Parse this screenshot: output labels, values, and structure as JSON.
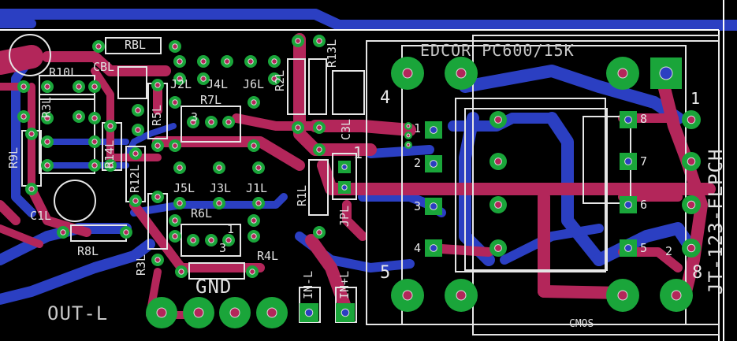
{
  "board": {
    "colors": {
      "background": "#000000",
      "top_copper": "#b3265a",
      "bottom_copper": "#2b3fc2",
      "pad": "#1aa53a",
      "silkscreen": "#e6e6e6",
      "outline": "#ffffff"
    },
    "labels": {
      "transformer": "EDCOR PC600/15K",
      "connector": "JT-123-FLPCH",
      "out_l": "OUT-L",
      "gnd": "GND",
      "in_minus": "IN-L",
      "in_plus": "IN+L",
      "rbl": "RBL",
      "cbl": "CBL",
      "r10l": "R10L",
      "r3l": "R3L",
      "r9l": "R9L",
      "c1l": "C1L",
      "r8l": "R8L",
      "r14l": "R14L",
      "r12l": "R12L",
      "r5l": "R5L",
      "r7l": "R7L",
      "r6l": "R6L",
      "r4l": "R4L",
      "r3l_b": "R3L",
      "j2l": "J2L",
      "j4l": "J4L",
      "j6l": "J6L",
      "j5l": "J5L",
      "j3l": "J3L",
      "j1l": "J1L",
      "r2l": "R2L",
      "r13l": "R13L",
      "c3l": "C3L",
      "r1l": "R1L",
      "jpl": "JPL",
      "cmos": "CMOS",
      "pot_pin3": "3",
      "pot_pin1": "1",
      "pot2_pin3": "3",
      "jp_pin1": "1"
    },
    "pin_numbers": {
      "left": [
        "1",
        "2",
        "3",
        "4"
      ],
      "right": [
        "8",
        "7",
        "6",
        "5"
      ],
      "conn_top": "1",
      "conn_mid": "2",
      "conn_bottom": "8",
      "side_4": "4",
      "side_5": "5"
    }
  }
}
